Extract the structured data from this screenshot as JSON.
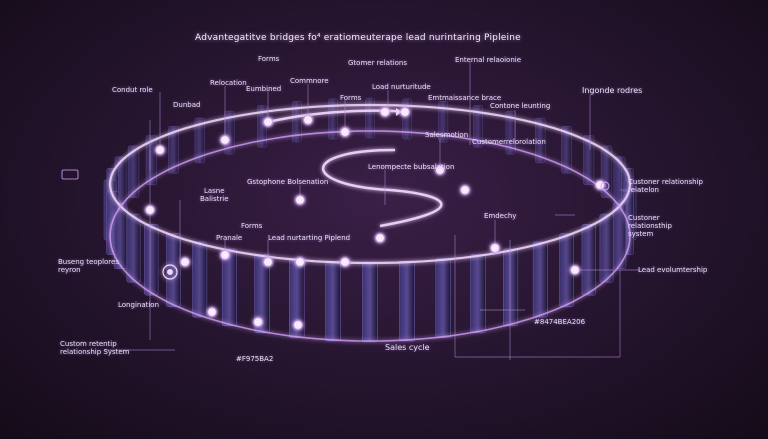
{
  "title": "Advantegatitve bridges fo⁴ eratiomeuterape lead nurintaring Pipleine",
  "labels": {
    "forms_top": "Forms",
    "gtomer_relations": "Gtomer relations",
    "internal_relationie": "Enternal relaoionie",
    "conduit_role": "Condut role",
    "relocation": "Relocation",
    "eumbined": "Eumbined",
    "commnore": "Commnore",
    "load_nurturitude": "Load nurturitude",
    "dunbad": "Dunbad",
    "forms_mid": "Forms",
    "emtmaissance": "Emtmaissance brace",
    "content_launing": "Contone leunting",
    "ingonde_rodres": "Ingonde rodres",
    "salesmotion": "Salesmotion",
    "customerrelor": "Customerrelorolation",
    "lenompecte": "Lenompecte bubsalation",
    "gstophone": "Gstophone Bolsenation",
    "lasne_balistrie": "Lasne\nBalistrie",
    "customer_rel_relation": "Custoner relationship\nrelatelon",
    "forms_low": "Forms",
    "pranale": "Pranale",
    "lead_nurturing": "Lead nurtarting Piplend",
    "emdecky": "Emdechy",
    "customer_rel_system_right": "Custoner\nrelationsthip\nsystem",
    "lead_evolunteship": "Lead evolumtership",
    "buseng_reploree": "Buseng teoplores\nreyron",
    "longination": "Longination",
    "custom_relation_system": "Custom retentip\nrelationship System",
    "sales_cycle": "Sales cycle",
    "hex_left": "#F975BA2",
    "hex_right": "#8474BEA206"
  },
  "colors": {
    "accent": "#d9a6ff",
    "glow": "#f2d6ff",
    "pillar_dark": "#1f1a3c",
    "pillar_light": "#4a3d7a"
  },
  "icons": [
    "circle-node-icon",
    "arrow-right-icon",
    "lock-icon",
    "gear-icon",
    "target-icon"
  ]
}
